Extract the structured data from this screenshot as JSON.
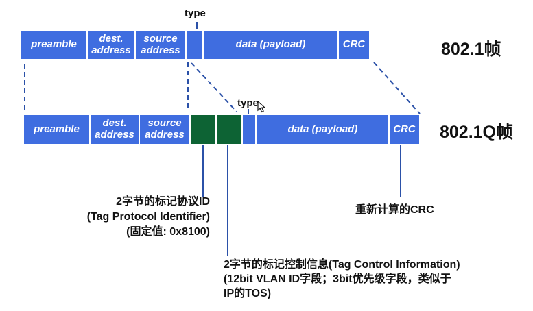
{
  "labels": {
    "type_top": "type",
    "type_bottom": "type"
  },
  "frames": {
    "dot1": {
      "title": "802.1帧",
      "fields": {
        "preamble": "preamble",
        "dest": "dest. address",
        "source": "source address",
        "data": "data (payload)",
        "crc": "CRC"
      }
    },
    "dot1q": {
      "title": "802.1Q帧",
      "fields": {
        "preamble": "preamble",
        "dest": "dest. address",
        "source": "source address",
        "data": "data (payload)",
        "crc": "CRC"
      }
    }
  },
  "annotations": {
    "tpid": [
      "2字节的标记协议ID",
      "(Tag Protocol Identifier)",
      "(固定值: 0x8100)"
    ],
    "tci": [
      "2字节的标记控制信息(Tag Control Information)",
      "(12bit VLAN ID字段；3bit优先级字段，类似于",
      "IP的TOS)"
    ],
    "crc": "重新计算的CRC"
  },
  "colors": {
    "field_blue": "#3f6de0",
    "tag_green": "#0d6334",
    "line_blue": "#2b51a8",
    "text_black": "#111111"
  }
}
